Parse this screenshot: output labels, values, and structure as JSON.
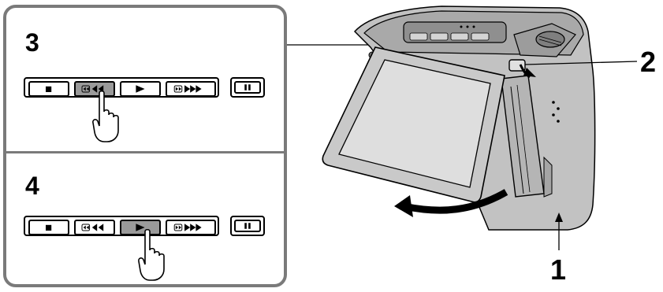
{
  "panel_top": {
    "step_number": "3",
    "buttons": [
      "stop-icon",
      "rewind-icon",
      "play-icon",
      "fast-forward-icon",
      "pause-icon"
    ],
    "pressed": "rewind-icon"
  },
  "panel_bottom": {
    "step_number": "4",
    "buttons": [
      "stop-icon",
      "rewind-icon",
      "play-icon",
      "fast-forward-icon",
      "pause-icon"
    ],
    "pressed": "play-icon"
  },
  "callouts": {
    "one": "1",
    "two": "2"
  },
  "colors": {
    "panel_border": "#7a7a7a",
    "pressed_button": "#9a9a9a",
    "camera_body": "#bdbdbd",
    "lcd_screen": "#d8d8d8"
  }
}
